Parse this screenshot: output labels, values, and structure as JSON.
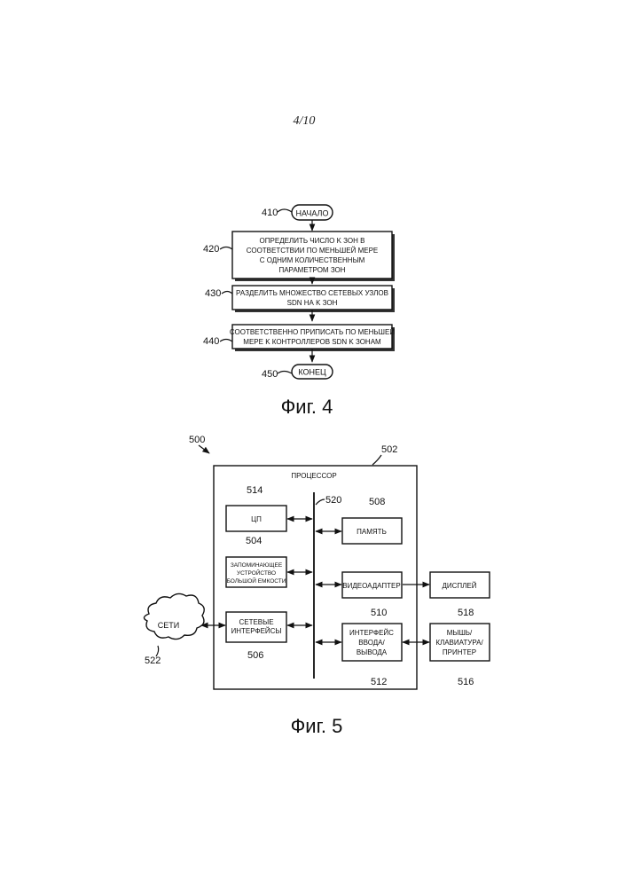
{
  "page": {
    "number": "4/10"
  },
  "fig4": {
    "caption": "Фиг. 4",
    "steps": [
      {
        "ref": "410",
        "lines": [
          "НАЧАЛО"
        ]
      },
      {
        "ref": "420",
        "lines": [
          "ОПРЕДЕЛИТЬ ЧИСЛО K ЗОН В",
          "СООТВЕТСТВИИ ПО МЕНЬШЕЙ МЕРЕ",
          "С ОДНИМ КОЛИЧЕСТВЕННЫМ",
          "ПАРАМЕТРОМ ЗОН"
        ]
      },
      {
        "ref": "430",
        "lines": [
          "РАЗДЕЛИТЬ МНОЖЕСТВО СЕТЕВЫХ УЗЛОВ",
          "SDN НА K ЗОН"
        ]
      },
      {
        "ref": "440",
        "lines": [
          "СООТВЕТСТВЕННО ПРИПИСАТЬ ПО МЕНЬШЕЙ",
          "МЕРЕ K КОНТРОЛЛЕРОВ SDN K ЗОНАМ"
        ]
      },
      {
        "ref": "450",
        "lines": [
          "КОНЕЦ"
        ]
      }
    ]
  },
  "fig5": {
    "caption": "Фиг. 5",
    "system_ref": "500",
    "processor": {
      "ref": "502",
      "label": "ПРОЦЕССОР"
    },
    "bus_ref": "520",
    "cpu": {
      "ref": "514",
      "label": "ЦП"
    },
    "memory": {
      "ref": "508",
      "label": "ПАМЯТЬ"
    },
    "storage": {
      "ref": "504",
      "lines": [
        "ЗАПОМИНАЮЩЕЕ",
        "УСТРОЙСТВО",
        "БОЛЬШОЙ ЕМКОСТИ"
      ]
    },
    "video": {
      "ref": "510",
      "label": "ВИДЕОАДАПТЕР"
    },
    "display": {
      "ref": "518",
      "label": "ДИСПЛЕЙ"
    },
    "netif": {
      "ref": "506",
      "lines": [
        "СЕТЕВЫЕ",
        "ИНТЕРФЕЙСЫ"
      ]
    },
    "io": {
      "ref": "512",
      "lines": [
        "ИНТЕРФЕЙС",
        "ВВОДА/",
        "ВЫВОДА"
      ]
    },
    "peripherals": {
      "ref": "516",
      "lines": [
        "МЫШЬ/",
        "КЛАВИАТУРА/",
        "ПРИНТЕР"
      ]
    },
    "network": {
      "ref": "522",
      "label": "СЕТИ"
    }
  }
}
